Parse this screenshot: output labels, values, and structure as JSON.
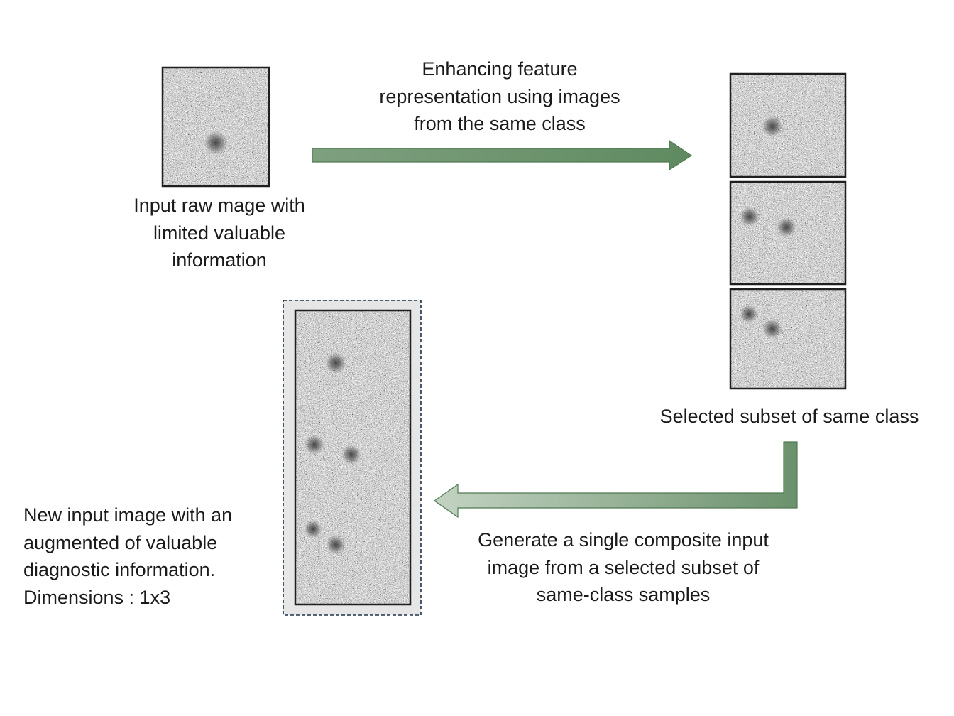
{
  "labels": {
    "input_raw": [
      "Input raw mage with",
      "limited valuable",
      "information"
    ],
    "enhancing": [
      "Enhancing feature",
      "representation using images",
      "from the same class"
    ],
    "selected_subset": [
      "Selected subset of same class"
    ],
    "generate": [
      "Generate a single composite input",
      "image from a selected subset of",
      "same-class samples"
    ],
    "new_input": [
      "New input image with an",
      "augmented of valuable",
      "diagnostic information.",
      "Dimensions : 1x3"
    ]
  },
  "colors": {
    "arrow_light": "#b6c9b6",
    "arrow_dark": "#6f9470",
    "arrow_stroke": "#4f7a52",
    "tile_border": "#1f1f1f",
    "noise_base": "#a9a9a9",
    "composite_frame_bg": "#e6e6e6",
    "composite_dash": "#1f3348"
  },
  "icons": {
    "forward_arrow": "arrow-right-icon",
    "return_arrow": "bent-arrow-left-icon"
  }
}
